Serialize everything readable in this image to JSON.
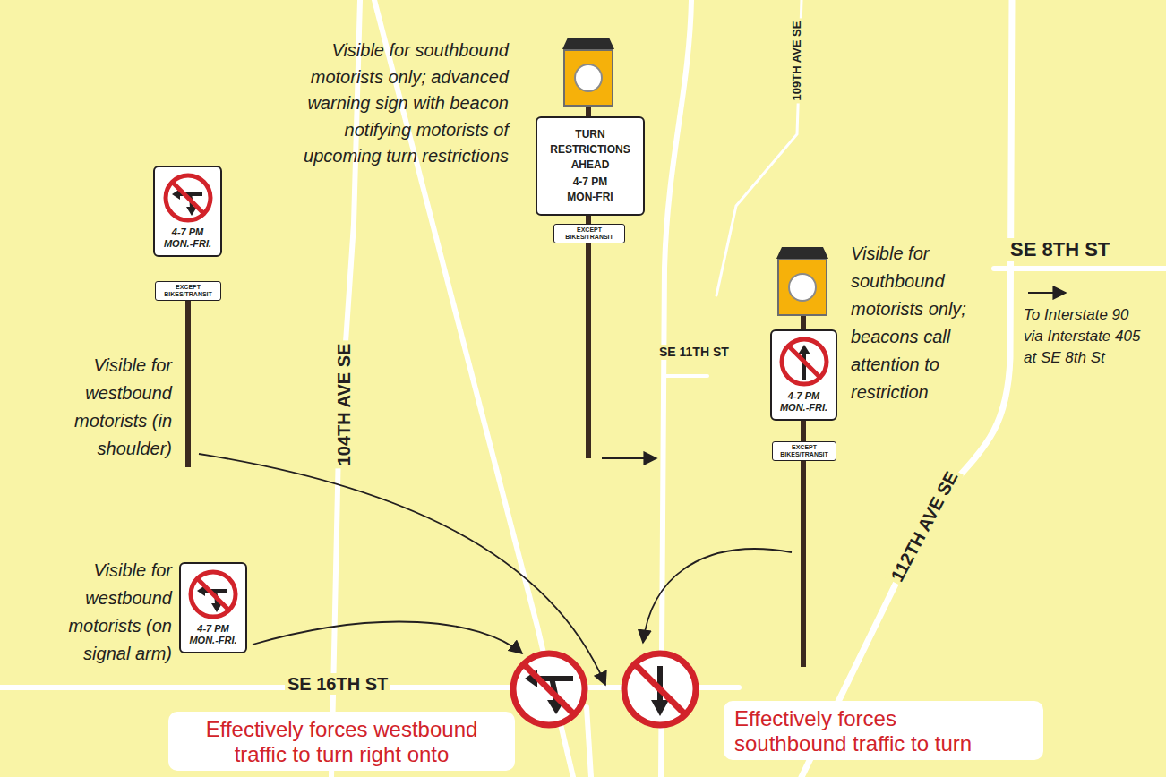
{
  "diagram": {
    "nodes": [
      {
        "text": [
          "4-7 PM MON.-FRI."
        ]
      },
      {
        "text": [
          "EXCEPT BIKES/TRANSIT"
        ]
      },
      {
        "text": [
          "TURN RESTRICTIONS AHEAD",
          "4-7 PM MON-FRI"
        ]
      },
      {
        "text": [
          "EXCEPT BIKES/TRANSIT"
        ]
      },
      {
        "text": [
          "4-7 PM MON.-FRI."
        ]
      },
      {
        "text": [
          "EXCEPT BIKES/TRANSIT"
        ]
      },
      {
        "text": [
          "4-7 PM MON.-FRI."
        ]
      },
      {
        "text": [
          "Effectively forces westbound traffic to turn right onto"
        ]
      },
      {
        "text": [
          "Effectively forces southbound traffic to turn"
        ]
      }
    ],
    "labels": [
      "Visible for southbound motorists only; advanced warning sign with beacon notifying motorists of upcoming turn restrictions",
      "109TH AVE SE",
      "SE 11TH ST",
      "SE 8TH ST",
      "To Interstate 90 via Interstate 405 at SE 8th St",
      "Visible for westbound motorists (in shoulder)",
      "104TH AVE SE",
      "Visible for southbound motorists only; beacons call attention to restriction",
      "112TH AVE SE",
      "Visible for westbound motorists (on signal arm)",
      "SE 16TH ST"
    ]
  }
}
